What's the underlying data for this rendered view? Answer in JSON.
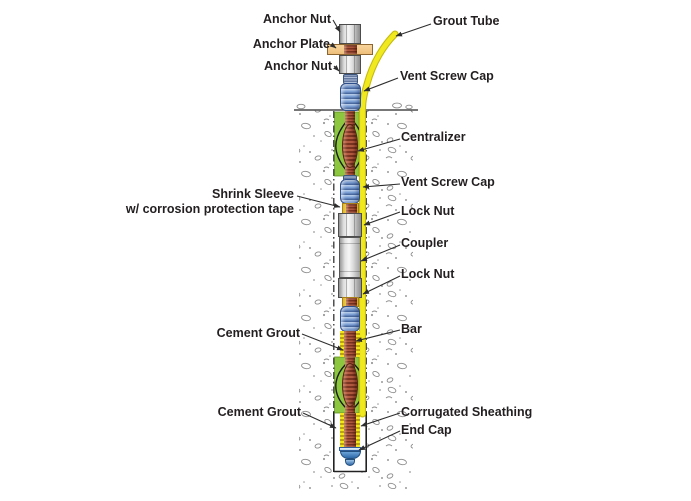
{
  "figure": {
    "kind": "engineering cross-section diagram",
    "subject": "Grouted threaded-bar ground anchor assembly in a borehole"
  },
  "labels": {
    "anchor_nut_top": "Anchor Nut",
    "anchor_plate": "Anchor Plate",
    "anchor_nut_lower": "Anchor Nut",
    "grout_tube": "Grout Tube",
    "vent_screw_cap_top": "Vent Screw Cap",
    "centralizer": "Centralizer",
    "vent_screw_cap_mid": "Vent Screw Cap",
    "shrink_sleeve_line1": "Shrink Sleeve",
    "shrink_sleeve_line2": "w/ corrosion protection tape",
    "lock_nut_upper": "Lock Nut",
    "coupler": "Coupler",
    "lock_nut_lower": "Lock Nut",
    "cement_grout_upper": "Cement Grout",
    "bar": "Bar",
    "cement_grout_lower": "Cement Grout",
    "corrugated_sheathing": "Corrugated Sheathing",
    "end_cap": "End Cap"
  },
  "colors": {
    "grout_green": "#8dc63f",
    "tube_yellow": "#f0e91f",
    "bar_brown": "#9c4a32",
    "cap_blue": "#7b9fd4",
    "metal_gray": "#dcdcdc",
    "plate_tan": "#f5c98b",
    "end_cap_blue": "#3f7cc0",
    "soil_speckle": "#8c8c8c",
    "text": "#231f20"
  }
}
